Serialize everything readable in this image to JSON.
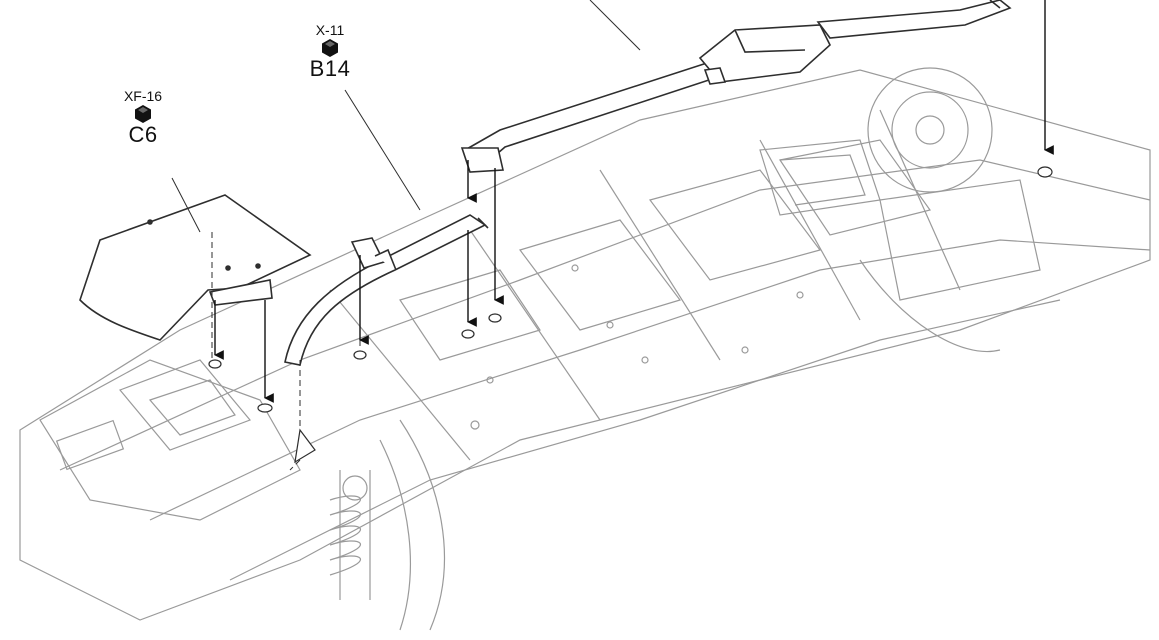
{
  "callouts": [
    {
      "code": "XF-16",
      "label": "C6"
    },
    {
      "code": "X-11",
      "label": "B14"
    }
  ],
  "colors": {
    "line": "#3a3a3a",
    "faint": "#9a9a9a",
    "nut": "#111111"
  },
  "icons": [
    "hex-nut-icon",
    "down-arrow-icon"
  ]
}
